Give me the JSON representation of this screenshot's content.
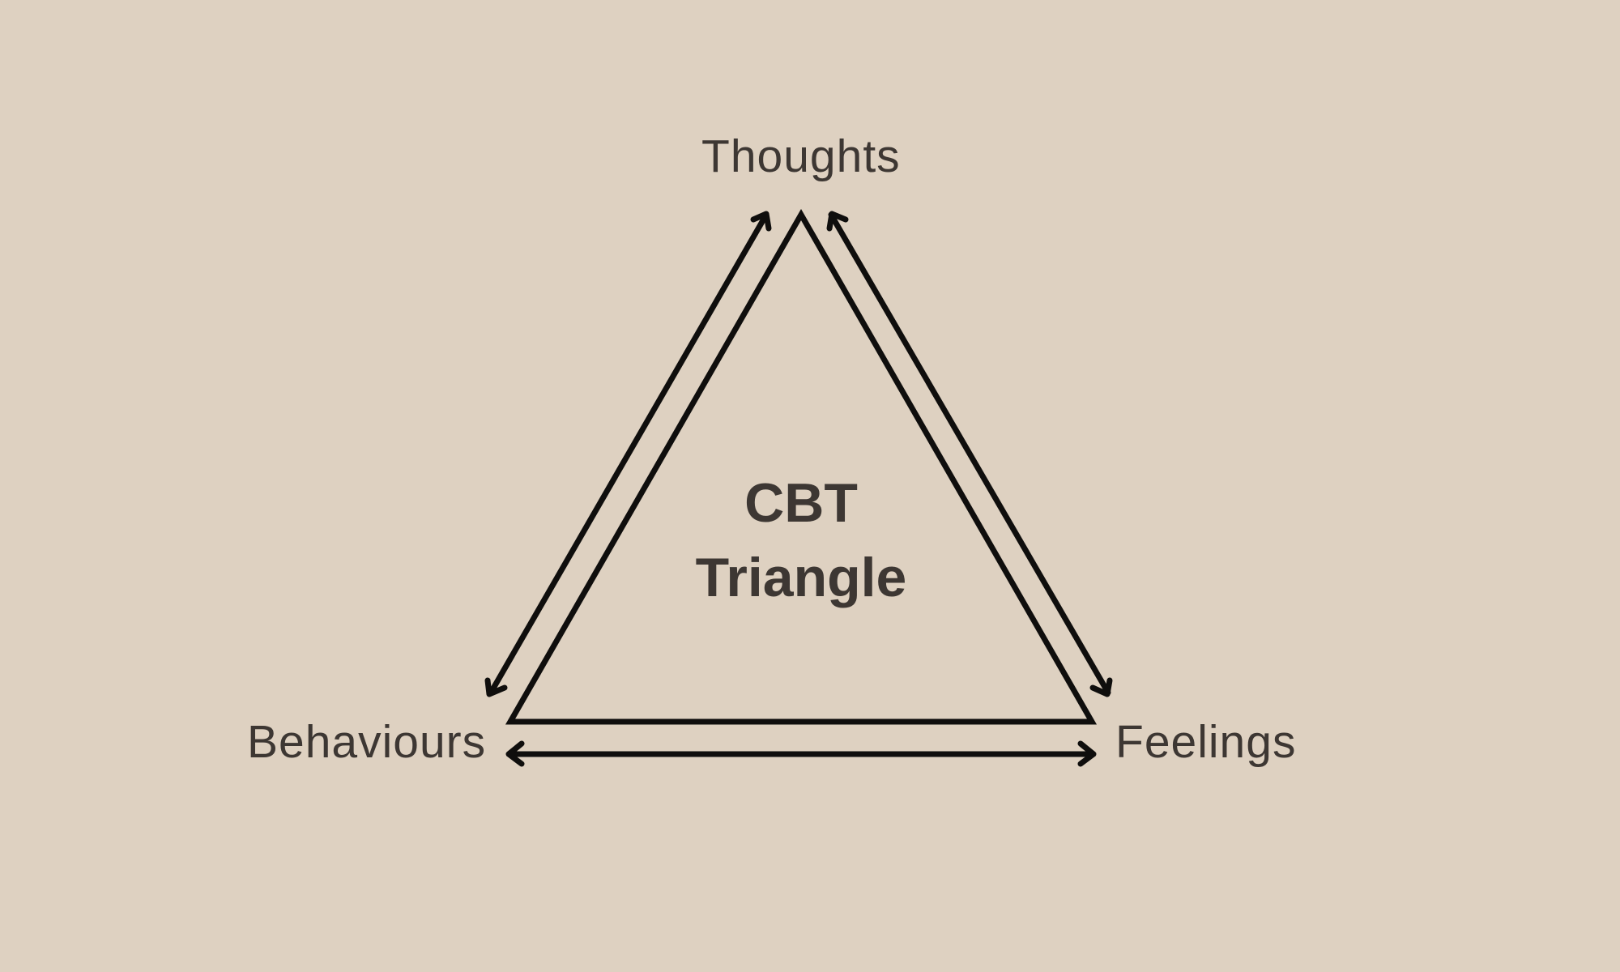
{
  "background_color": "#ded1c1",
  "text_color": "#3d3733",
  "stroke_color": "#0f0e0d",
  "title": {
    "line1": "CBT",
    "line2": "Triangle"
  },
  "nodes": {
    "top": "Thoughts",
    "bottom_left": "Behaviours",
    "bottom_right": "Feelings"
  },
  "connections": [
    {
      "from": "Thoughts",
      "to": "Behaviours",
      "direction": "bidirectional"
    },
    {
      "from": "Thoughts",
      "to": "Feelings",
      "direction": "bidirectional"
    },
    {
      "from": "Behaviours",
      "to": "Feelings",
      "direction": "bidirectional"
    }
  ]
}
